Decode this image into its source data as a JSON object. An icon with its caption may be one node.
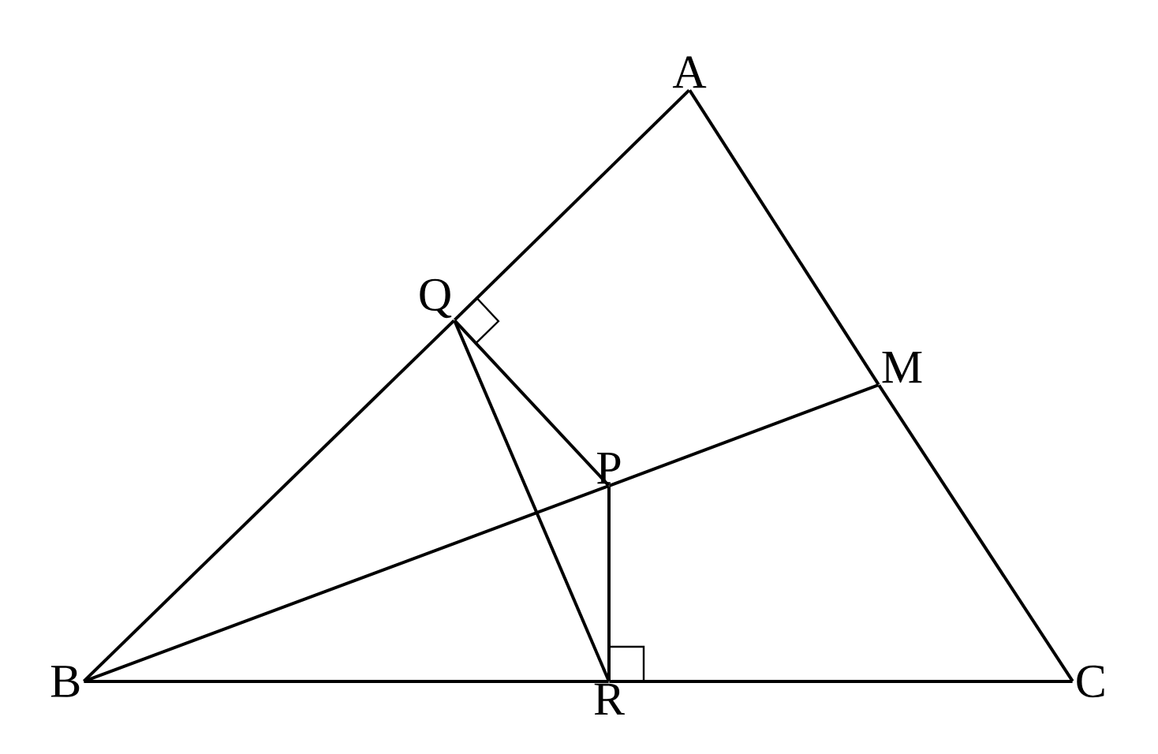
{
  "diagram": {
    "nodes": [
      {
        "text": [
          "A"
        ]
      },
      {
        "text": [
          "Q"
        ]
      },
      {
        "text": [
          "M"
        ]
      },
      {
        "text": [
          "P"
        ]
      },
      {
        "text": [
          "B"
        ]
      },
      {
        "text": [
          "R"
        ]
      },
      {
        "text": [
          "C"
        ]
      }
    ],
    "edges": [
      {
        "from": 0,
        "to": 1,
        "arrow": "none"
      },
      {
        "from": 1,
        "to": 4,
        "arrow": "none"
      },
      {
        "from": 0,
        "to": 2,
        "arrow": "none"
      },
      {
        "from": 2,
        "to": 6,
        "arrow": "none"
      },
      {
        "from": 4,
        "to": 5,
        "arrow": "none"
      },
      {
        "from": 5,
        "to": 6,
        "arrow": "none"
      },
      {
        "from": 4,
        "to": 3,
        "arrow": "none"
      },
      {
        "from": 3,
        "to": 2,
        "arrow": "none"
      },
      {
        "from": 1,
        "to": 3,
        "arrow": "none"
      },
      {
        "from": 1,
        "to": 5,
        "arrow": "none"
      },
      {
        "from": 3,
        "to": 5,
        "arrow": "none"
      }
    ]
  }
}
